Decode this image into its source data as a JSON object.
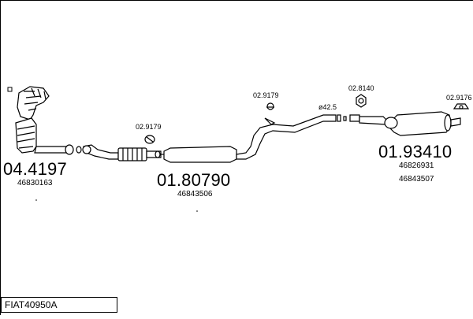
{
  "diagram_code": "FIAT40950A",
  "parts": {
    "manifold": {
      "code": "04.4197",
      "ref": "46830163"
    },
    "front_clamp": {
      "code": "02.9179"
    },
    "mid_silencer": {
      "code": "01.80790",
      "ref": "46843506"
    },
    "mid_hanger": {
      "code": "02.9179"
    },
    "diameter": "ø42.5",
    "rear_hanger": {
      "code": "02.8140"
    },
    "rear_clamp": {
      "code": "02.9176"
    },
    "rear_silencer": {
      "code": "01.93410",
      "refs": [
        "46826931",
        "46843507"
      ]
    }
  }
}
